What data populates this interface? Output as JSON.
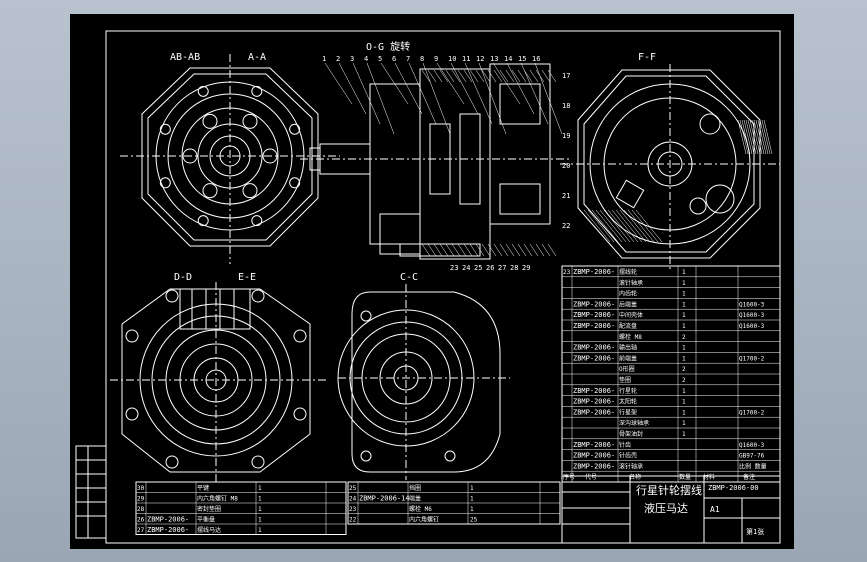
{
  "colors": {
    "canvas": "#9aa6b4",
    "sheet": "#000000",
    "line": "#ffffff"
  },
  "views": {
    "ab_ab": "AB-AB",
    "a_a": "A-A",
    "o_g": "O-G 旋转",
    "f_f": "F-F",
    "d_d": "D-D",
    "e_e": "E-E",
    "c_c": "C-C"
  },
  "callouts_top": [
    "1",
    "2",
    "3",
    "4",
    "5",
    "6",
    "7",
    "8",
    "9",
    "10",
    "11",
    "12",
    "13",
    "14",
    "15",
    "16"
  ],
  "callouts_right": [
    "17",
    "18",
    "19",
    "20",
    "21",
    "22"
  ],
  "callouts_bottom": [
    "23",
    "24",
    "25",
    "26",
    "27",
    "28",
    "29"
  ],
  "bom_right": {
    "rows": [
      {
        "no": "23",
        "code": "ZBMP-2006-",
        "name": "摆线轮",
        "qty": "1",
        "note": ""
      },
      {
        "no": "",
        "code": "",
        "name": "滚针轴承",
        "qty": "1",
        "note": ""
      },
      {
        "no": "",
        "code": "",
        "name": "内齿轮",
        "qty": "1",
        "note": ""
      },
      {
        "no": "",
        "code": "ZBMP-2006-",
        "name": "后端盖",
        "qty": "1",
        "note": "Q1600-3"
      },
      {
        "no": "",
        "code": "ZBMP-2006-",
        "name": "中间壳体",
        "qty": "1",
        "note": "Q1600-3"
      },
      {
        "no": "",
        "code": "ZBMP-2006-",
        "name": "配流盘",
        "qty": "1",
        "note": "Q1600-3"
      },
      {
        "no": "",
        "code": "",
        "name": "螺栓 M8",
        "qty": "2",
        "note": ""
      },
      {
        "no": "",
        "code": "ZBMP-2006-",
        "name": "输出轴",
        "qty": "1",
        "note": ""
      },
      {
        "no": "",
        "code": "ZBMP-2006-",
        "name": "前端盖",
        "qty": "1",
        "note": "Q1700-2"
      },
      {
        "no": "",
        "code": "",
        "name": "O形圈",
        "qty": "2",
        "note": ""
      },
      {
        "no": "",
        "code": "",
        "name": "垫圈",
        "qty": "2",
        "note": ""
      },
      {
        "no": "",
        "code": "ZBMP-2006-",
        "name": "行星轮",
        "qty": "1",
        "note": ""
      },
      {
        "no": "",
        "code": "ZBMP-2006-",
        "name": "太阳轮",
        "qty": "1",
        "note": ""
      },
      {
        "no": "",
        "code": "ZBMP-2006-",
        "name": "行星架",
        "qty": "1",
        "note": "Q1700-2"
      },
      {
        "no": "",
        "code": "",
        "name": "深沟球轴承",
        "qty": "1",
        "note": ""
      },
      {
        "no": "",
        "code": "",
        "name": "骨架油封",
        "qty": "1",
        "note": ""
      },
      {
        "no": "",
        "code": "ZBMP-2006-",
        "name": "针齿",
        "qty": "",
        "note": "Q1600-3"
      },
      {
        "no": "",
        "code": "ZBMP-2006-",
        "name": "针齿壳",
        "qty": "",
        "note": "GB97-76"
      },
      {
        "no": "",
        "code": "ZBMP-2006-",
        "name": "滚针轴承",
        "qty": "",
        "note": "比例 数量"
      }
    ],
    "header": [
      "序号",
      "代号",
      "名称",
      "数量",
      "材料",
      "备注"
    ]
  },
  "title_block": {
    "line1": "行星针轮摆线",
    "line2": "液压马达",
    "drawing_no": "ZBMP-2006-00",
    "scale": "A1",
    "sheet": "第1张"
  },
  "bom_bottom_left": {
    "rows": [
      {
        "no": "30",
        "code": "",
        "name": "平键",
        "qty": "1"
      },
      {
        "no": "29",
        "code": "",
        "name": "内六角螺钉 M8",
        "qty": "1"
      },
      {
        "no": "28",
        "code": "",
        "name": "密封垫圈",
        "qty": "1"
      },
      {
        "no": "26",
        "code": "ZBMP-2006-",
        "name": "平衡盘",
        "qty": "1"
      },
      {
        "no": "27",
        "code": "ZBMP-2006-",
        "name": "摆线马达",
        "qty": "1"
      }
    ]
  },
  "bom_bottom_mid": {
    "rows": [
      {
        "no": "25",
        "code": "",
        "name": "挡圈",
        "qty": "1"
      },
      {
        "no": "24",
        "code": "ZBMP-2006-14",
        "name": "端盖",
        "qty": "1"
      },
      {
        "no": "23",
        "code": "",
        "name": "螺栓 M6",
        "qty": "1"
      },
      {
        "no": "22",
        "code": "",
        "name": "内六角螺钉",
        "qty": "25"
      }
    ]
  }
}
